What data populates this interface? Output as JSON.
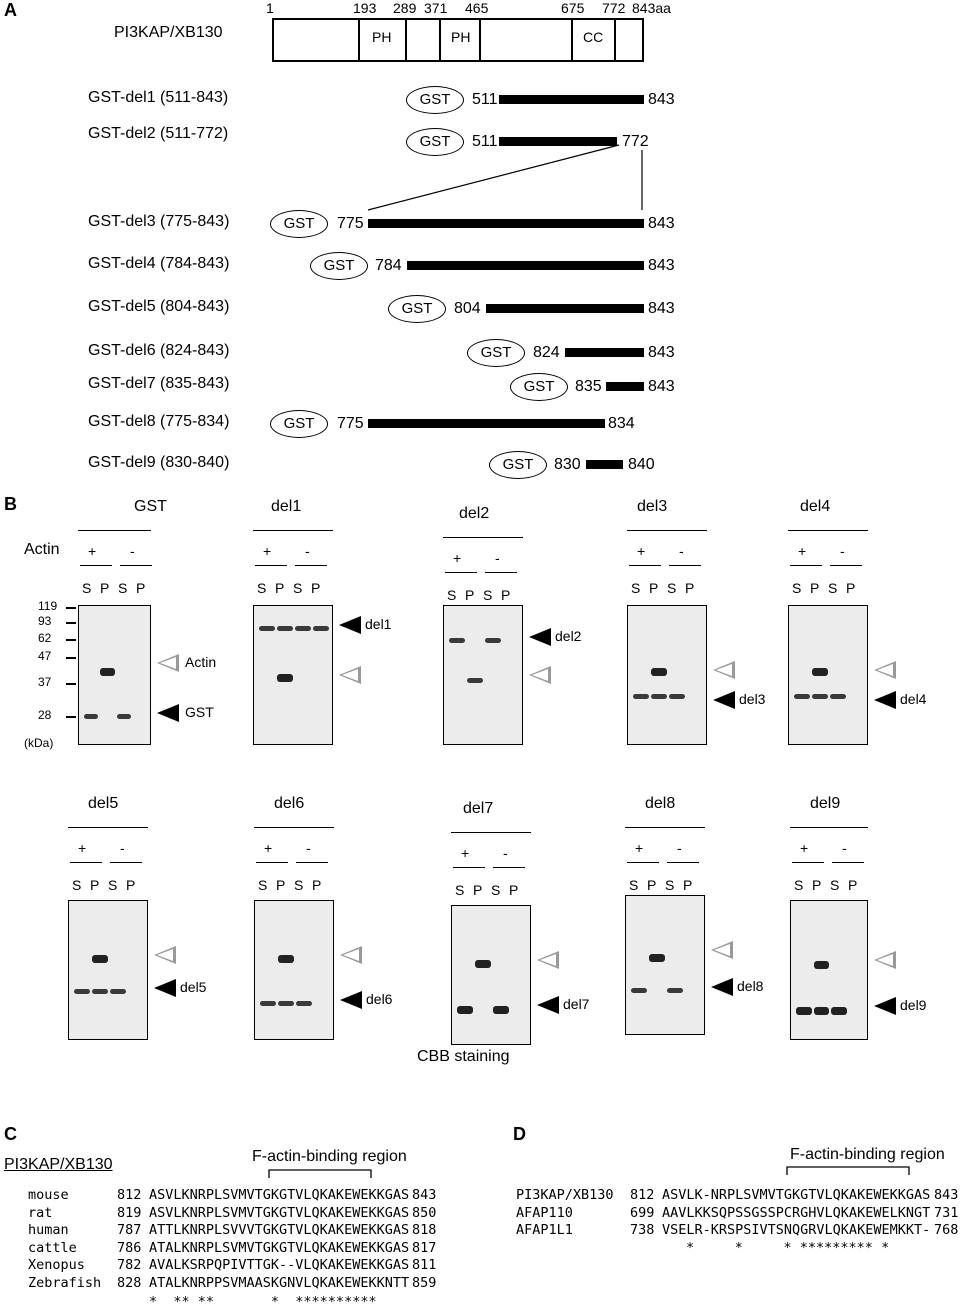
{
  "panels": {
    "a": "A",
    "b": "B",
    "c": "C",
    "d": "D"
  },
  "panelA": {
    "protein": "PI3KAP/XB130",
    "ticks": [
      "1",
      "193",
      "289",
      "371",
      "465",
      "675",
      "772",
      "843aa"
    ],
    "domains": [
      "PH",
      "PH",
      "CC"
    ],
    "constructs": [
      {
        "label": "GST-del1 (511-843)",
        "start": "511",
        "end": "843"
      },
      {
        "label": "GST-del2 (511-772)",
        "start": "511",
        "end": "772"
      },
      {
        "label": "GST-del3 (775-843)",
        "start": "775",
        "end": "843"
      },
      {
        "label": "GST-del4 (784-843)",
        "start": "784",
        "end": "843"
      },
      {
        "label": "GST-del5 (804-843)",
        "start": "804",
        "end": "843"
      },
      {
        "label": "GST-del6 (824-843)",
        "start": "824",
        "end": "843"
      },
      {
        "label": "GST-del7 (835-843)",
        "start": "835",
        "end": "843"
      },
      {
        "label": "GST-del8 (775-834)",
        "start": "775",
        "end": "834"
      },
      {
        "label": "GST-del9 (830-840)",
        "start": "830",
        "end": "840"
      }
    ],
    "gst_label": "GST"
  },
  "panelB": {
    "actin_label": "Actin",
    "plus": "+",
    "minus": "-",
    "s": "S",
    "p": "P",
    "markers": [
      "119",
      "93",
      "62",
      "47",
      "37",
      "28"
    ],
    "kda": "(kDa)",
    "actin_arrow": "Actin",
    "gst_arrow": "GST",
    "gels": [
      "GST",
      "del1",
      "del2",
      "del3",
      "del4",
      "del5",
      "del6",
      "del7",
      "del8",
      "del9"
    ],
    "caption": "CBB staining"
  },
  "panelC": {
    "title": "PI3KAP/XB130",
    "region": "F-actin-binding region",
    "rows": [
      {
        "name": "mouse",
        "start": "812",
        "seq": "ASVLKNRPLSVMVTGKGTVLQKAKEWEKKGAS",
        "end": "843"
      },
      {
        "name": "rat",
        "start": "819",
        "seq": "ASVLKNRPLSVMVTGKGTVLQKAKEWEKKGAS",
        "end": "850"
      },
      {
        "name": "human",
        "start": "787",
        "seq": "ATTLKNRPLSVVVTGKGTVLQKAKEWEKKGAS",
        "end": "818"
      },
      {
        "name": "cattle",
        "start": "786",
        "seq": "ATALKNRPLSVMVTGKGTVLQKAKEWEKKGAS",
        "end": "817"
      },
      {
        "name": "Xenopus",
        "start": "782",
        "seq": "AVALKSRPQPIVTTGK--VLQKAKEWEKKGAS",
        "end": "811"
      },
      {
        "name": "Zebrafish",
        "start": "828",
        "seq": "ATALKNRPPSVMAASKGNVLQKAKEWEKKNTT",
        "end": "859"
      }
    ],
    "stars": "*  ** **       *  **********"
  },
  "panelD": {
    "region": "F-actin-binding region",
    "rows": [
      {
        "name": "PI3KAP/XB130",
        "start": "812",
        "seq": "ASVLK-NRPLSVMVTGKGTVLQKAKEWEKKGAS",
        "end": "843"
      },
      {
        "name": "AFAP110",
        "start": "699",
        "seq": "AAVLKKSQPSSGSSPCRGHVLQKAKEWELKNGT",
        "end": "731"
      },
      {
        "name": "AFAP1L1",
        "start": "738",
        "seq": "VSELR-KRSPSIVTSNQGRVLQKAKEWEMKKT-",
        "end": "768"
      }
    ],
    "stars": "*     *     * ********* *"
  }
}
